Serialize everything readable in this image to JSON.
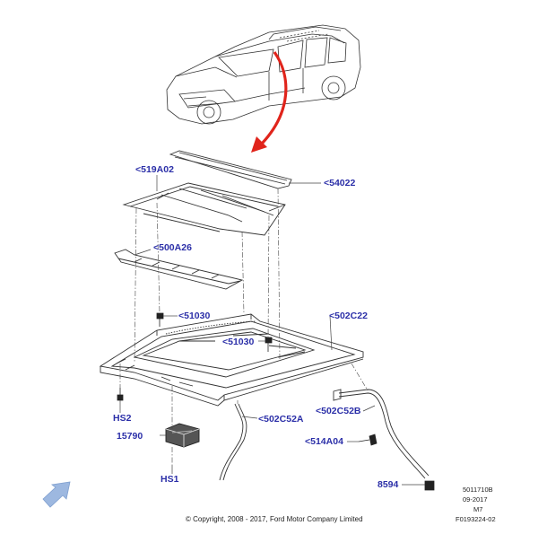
{
  "callouts": {
    "c519A02": "<519A02",
    "c54022": "<54022",
    "c500A26": "<500A26",
    "c51030_top": "<51030",
    "c51030_mid": "<51030",
    "c502C22": "<502C22",
    "cHS2": "HS2",
    "c15790": "15790",
    "cHS1": "HS1",
    "c502C52A": "<502C52A",
    "c502C52B": "<502C52B",
    "c514A04": "<514A04",
    "c8594": "8594"
  },
  "reference": {
    "line1": "5011710B",
    "line2": "09-2017",
    "line3": "M7",
    "line4": "F0193224-02"
  },
  "footer": {
    "copyright": "© Copyright, 2008 - 2017, Ford Motor Company Limited"
  },
  "colors": {
    "label": "#2b2fa8",
    "arrow": "#e0241b",
    "line": "#333333",
    "nav_arrow": "#9db8e0"
  },
  "icons": {
    "nav": "arrow-down-left-icon"
  }
}
